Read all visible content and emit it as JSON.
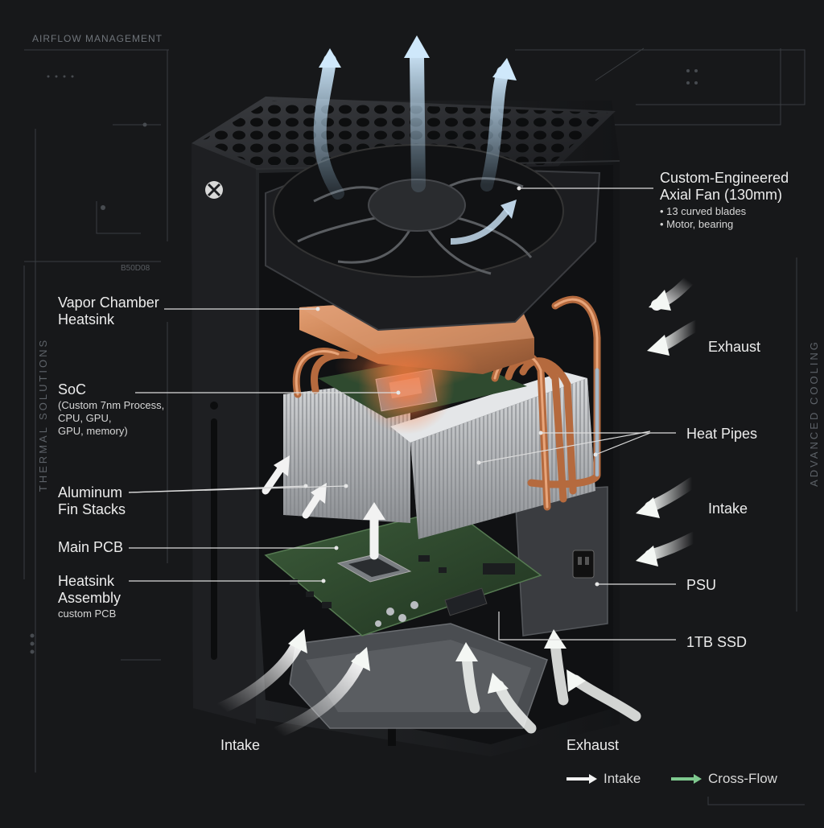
{
  "header": {
    "title": "AIRFLOW MANAGEMENT"
  },
  "side_texts": {
    "left": "THERMAL SOLUTIONS",
    "right": "ADVANCED COOLING"
  },
  "deco_texts": {
    "code": "B50D08"
  },
  "callouts": {
    "fan": {
      "title_line1": "Custom-Engineered",
      "title_line2": "Axial Fan (130mm)",
      "bullet1": "• 13 curved blades",
      "bullet2": "• Motor, bearing"
    },
    "vapor": {
      "line1": "Vapor Chamber",
      "line2": "Heatsink"
    },
    "soc": {
      "title": "SoC",
      "sub1": "(Custom 7nm Process,",
      "sub2": "CPU, GPU,",
      "sub3": "GPU, memory)"
    },
    "fins": {
      "line1": "Aluminum",
      "line2": "Fin Stacks"
    },
    "pcb": {
      "line1": "Main PCB"
    },
    "heatsink_assembly": {
      "line1": "Heatsink",
      "line2": "Assembly",
      "sub": "custom PCB"
    },
    "exhaust_right": "Exhaust",
    "heat_pipes": "Heat Pipes",
    "intake_right": "Intake",
    "psu": "PSU",
    "ssd": "1TB SSD",
    "intake_bottom": "Intake",
    "exhaust_bottom": "Exhaust"
  },
  "legend": {
    "intake": "Intake",
    "crossflow": "Cross-Flow"
  },
  "colors": {
    "background": "#17181a",
    "copper": "#c97a45",
    "pcb_green": "#2f4a2f",
    "airflow_blue": "#a9d4f2",
    "crossflow_green": "#7fc98f",
    "intake_white": "#f2f2f2"
  }
}
